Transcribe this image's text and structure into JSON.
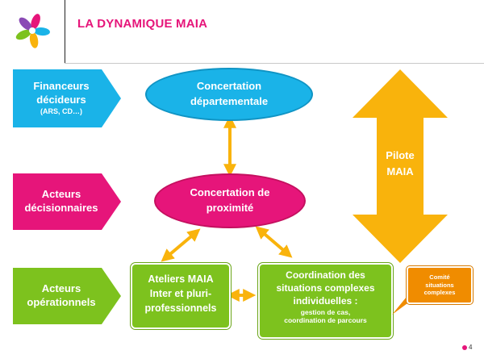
{
  "header": {
    "title": "LA DYNAMIQUE MAIA"
  },
  "rows": {
    "financeurs": {
      "line1": "Financeurs",
      "line2": "décideurs",
      "line3": "(ARS, CD…)"
    },
    "decisionnaires": {
      "line1": "Acteurs",
      "line2": "décisionnaires"
    },
    "operationnels": {
      "line1": "Acteurs",
      "line2": "opérationnels"
    }
  },
  "nodes": {
    "concertation_dep": {
      "line1": "Concertation",
      "line2": "départementale"
    },
    "concertation_prox": {
      "line1": "Concertation de",
      "line2": "proximité"
    },
    "ateliers": {
      "line1": "Ateliers MAIA",
      "line2": "Inter et pluri-",
      "line3": "professionnels"
    },
    "coordination": {
      "line1": "Coordination des",
      "line2": "situations complexes",
      "line3": "individuelles :",
      "line4": "gestion de cas,",
      "line5": "coordination de parcours"
    }
  },
  "pilote": {
    "line1": "Pilote",
    "line2": "MAIA"
  },
  "comite": {
    "line1": "Comité",
    "line2": "situations",
    "line3": "complexes"
  },
  "footer": {
    "page_number": "4"
  },
  "colors": {
    "pink": "#e6157a",
    "blue": "#1ab3e8",
    "green": "#7dc21e",
    "yellow": "#f9b30c",
    "orange": "#f08c00"
  }
}
